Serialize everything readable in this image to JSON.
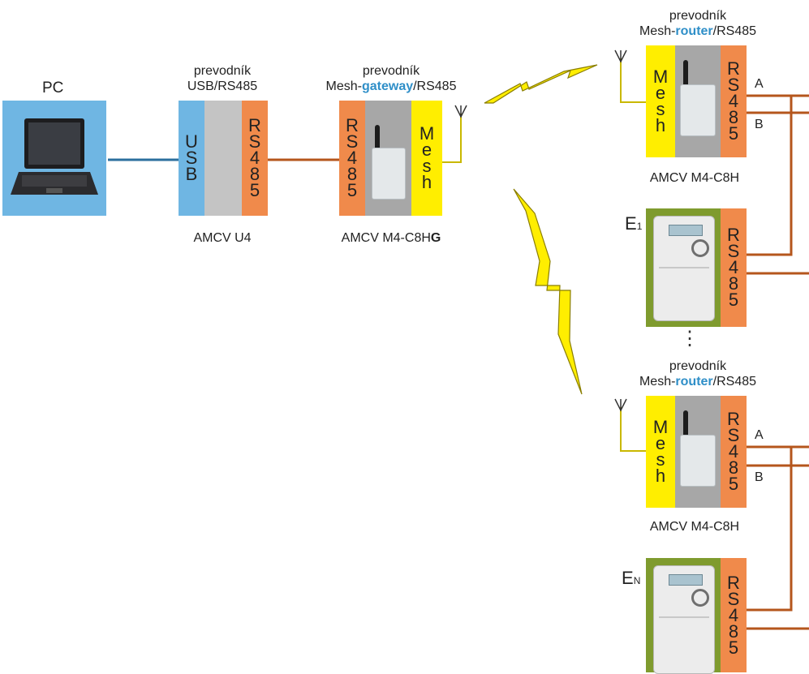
{
  "pc": {
    "label": "PC"
  },
  "usb_converter": {
    "title_line1": "prevodník",
    "title_line2": "USB/RS485",
    "usb_letters": [
      "U",
      "S",
      "B"
    ],
    "rs_letters": [
      "R",
      "S",
      "4",
      "8",
      "5"
    ],
    "name": "AMCV U4"
  },
  "gateway": {
    "title_line1": "prevodník",
    "title_prefix": "Mesh-",
    "title_highlight": "gateway",
    "title_suffix": "/RS485",
    "rs_letters": [
      "R",
      "S",
      "4",
      "8",
      "5"
    ],
    "mesh_letters": [
      "M",
      "e",
      "s",
      "h"
    ],
    "name_prefix": "AMCV M4-C8H",
    "name_bold": "G"
  },
  "router1": {
    "title_line1": "prevodník",
    "title_prefix": "Mesh-",
    "title_highlight": "router",
    "title_suffix": "/RS485",
    "mesh_letters": [
      "M",
      "e",
      "s",
      "h"
    ],
    "rs_letters": [
      "R",
      "S",
      "4",
      "8",
      "5"
    ],
    "line_a": "A",
    "line_b": "B",
    "name": "AMCV M4-C8H"
  },
  "meter1": {
    "letter": "E",
    "subscript": "1",
    "rs_letters": [
      "R",
      "S",
      "4",
      "8",
      "5"
    ]
  },
  "ellipsis": "⋮",
  "router2": {
    "title_line1": "prevodník",
    "title_prefix": "Mesh-",
    "title_highlight": "router",
    "title_suffix": "/RS485",
    "mesh_letters": [
      "M",
      "e",
      "s",
      "h"
    ],
    "rs_letters": [
      "R",
      "S",
      "4",
      "8",
      "5"
    ],
    "line_a": "A",
    "line_b": "B",
    "name": "AMCV M4-C8H"
  },
  "meterN": {
    "letter": "E",
    "subscript": "N",
    "rs_letters": [
      "R",
      "S",
      "4",
      "8",
      "5"
    ]
  },
  "colors": {
    "usb_blue": "#6fb6e3",
    "rs485_orange": "#f08a4b",
    "mesh_yellow": "#ffee00",
    "wire_blue": "#2b6f9e",
    "wire_brown": "#b5561c",
    "meter_green": "#7f9b2e"
  }
}
